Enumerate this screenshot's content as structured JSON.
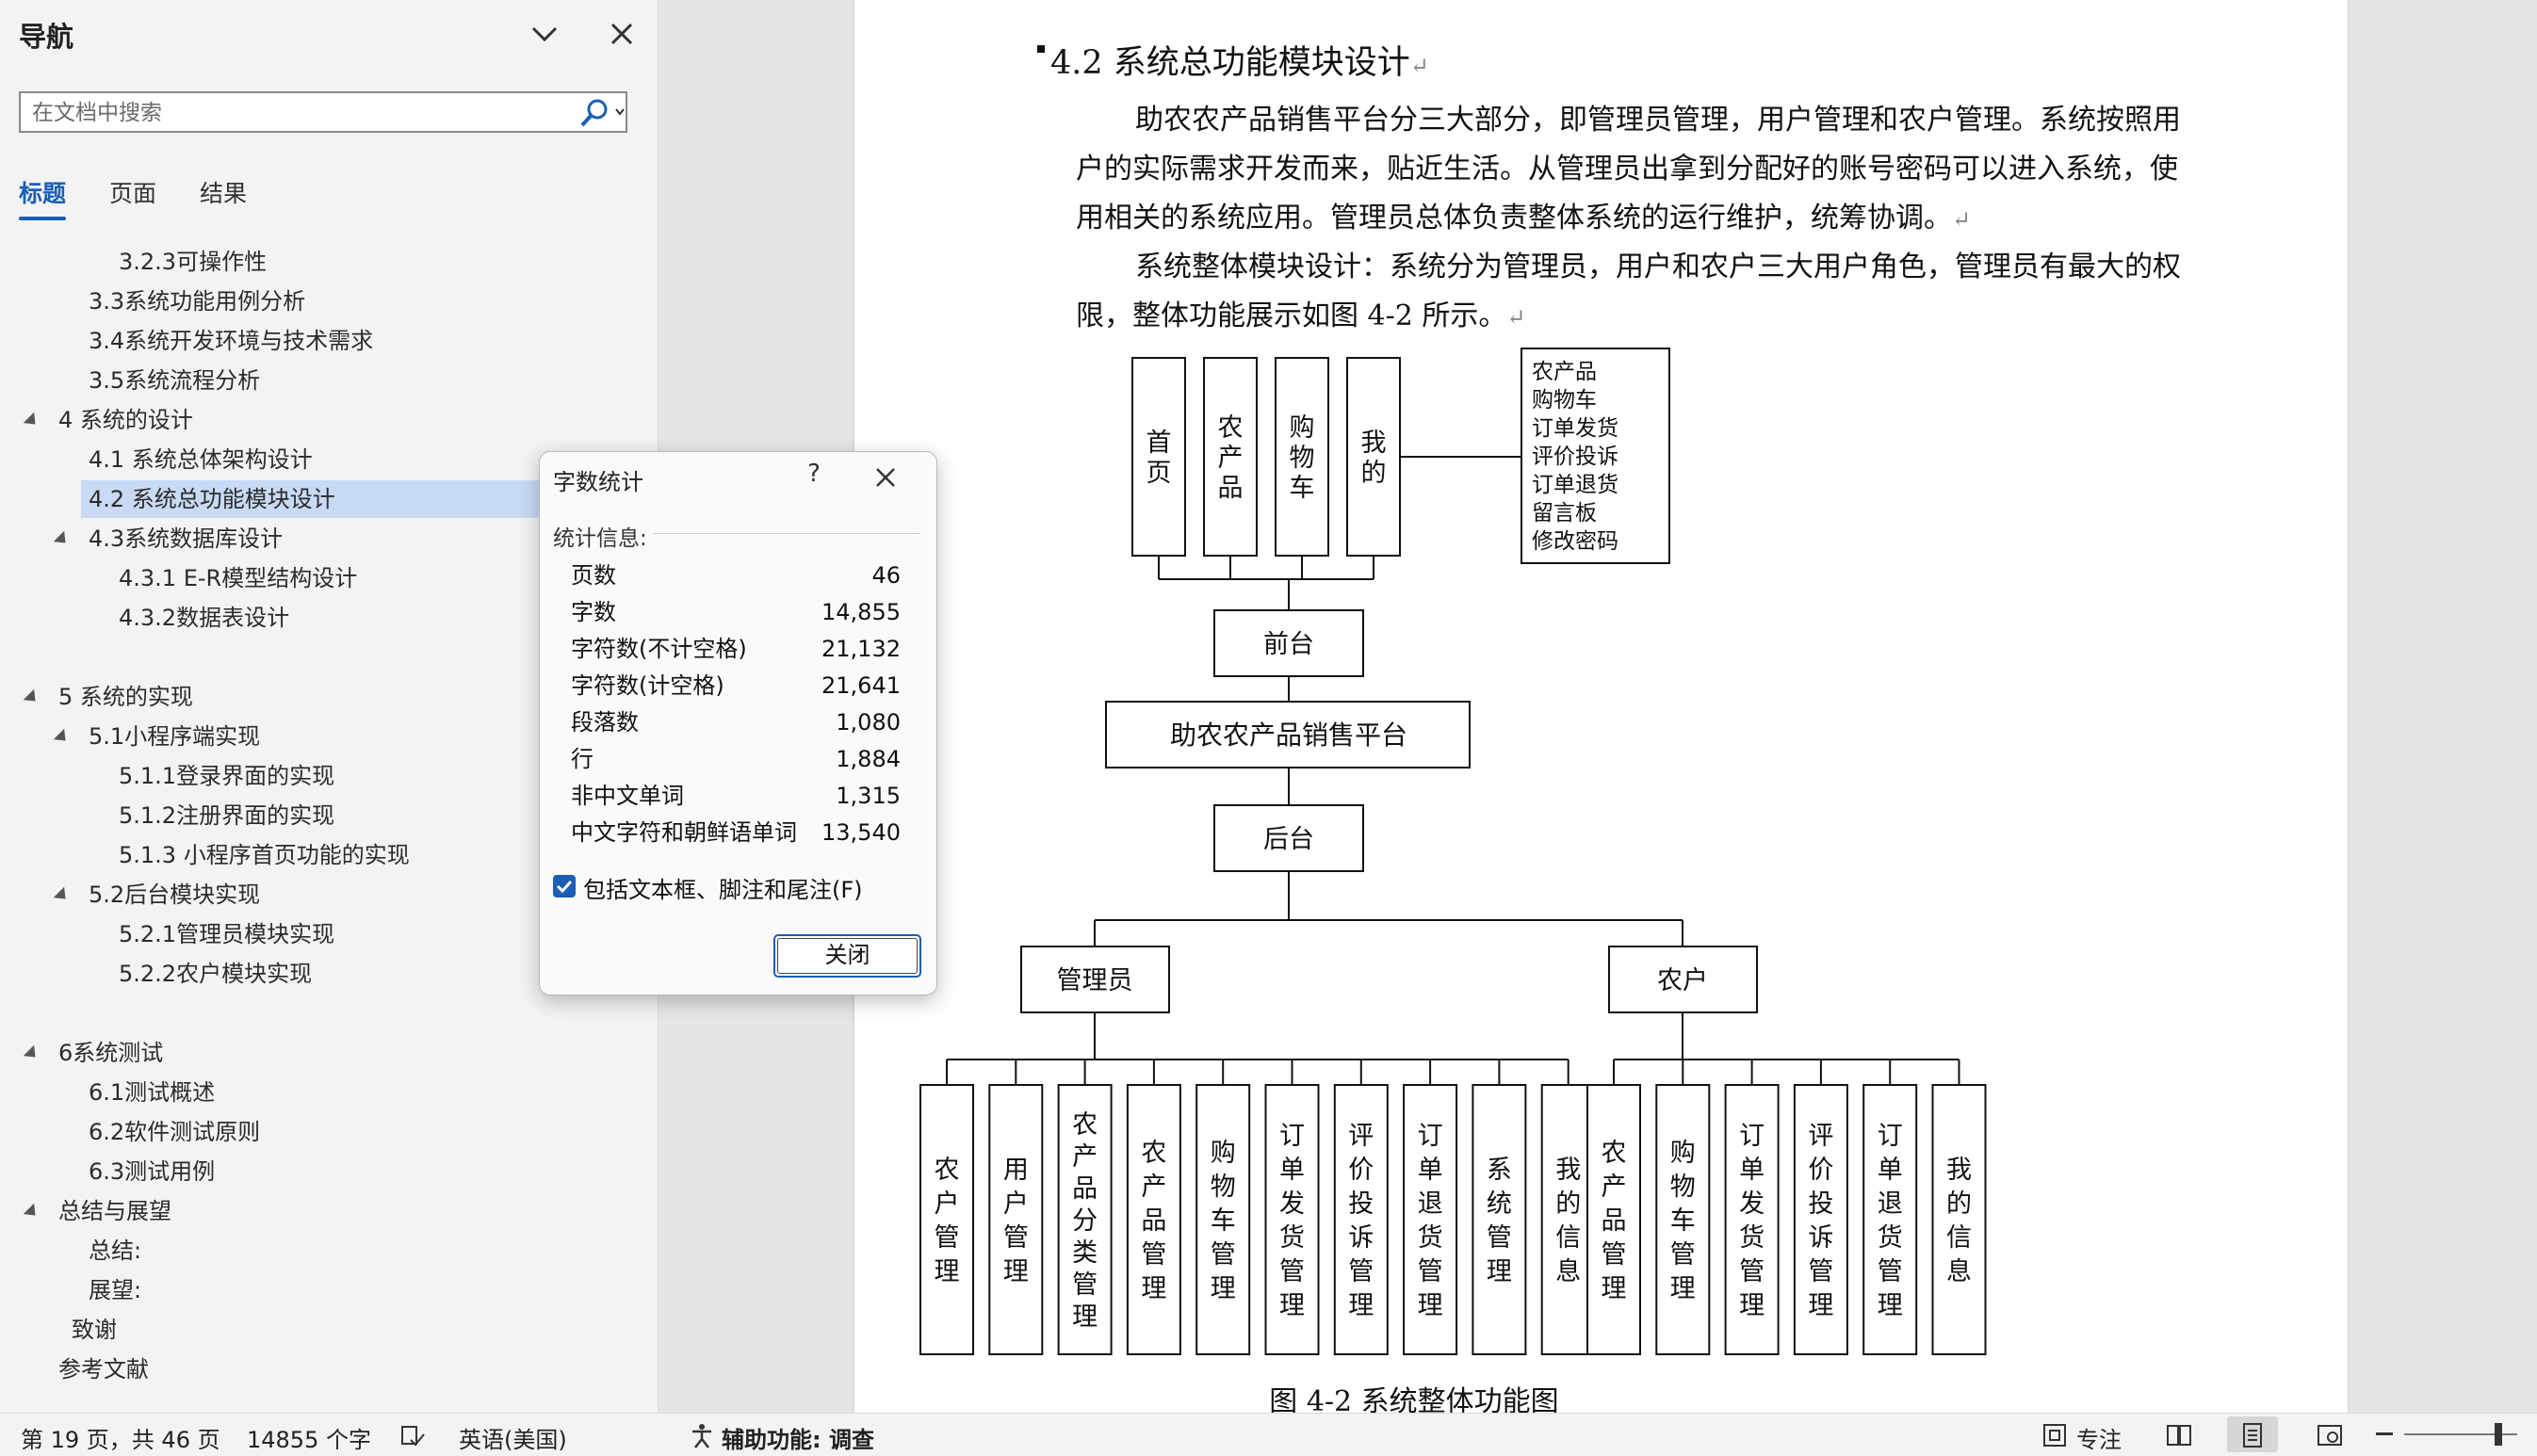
{
  "nav": {
    "title": "导航",
    "search_placeholder": "在文档中搜索",
    "tabs": [
      "标题",
      "页面",
      "结果"
    ],
    "outline": [
      {
        "label": "3.2.3可操作性",
        "level": 3,
        "expander": false,
        "selected": false
      },
      {
        "label": "3.3系统功能用例分析",
        "level": 2,
        "expander": false,
        "selected": false
      },
      {
        "label": "3.4系统开发环境与技术需求",
        "level": 2,
        "expander": false,
        "selected": false
      },
      {
        "label": "3.5系统流程分析",
        "level": 2,
        "expander": false,
        "selected": false
      },
      {
        "label": "4  系统的设计",
        "level": 1,
        "expander": true,
        "selected": false
      },
      {
        "label": "4.1 系统总体架构设计",
        "level": 2,
        "expander": false,
        "selected": false
      },
      {
        "label": "4.2 系统总功能模块设计",
        "level": 2,
        "expander": false,
        "selected": true
      },
      {
        "label": "4.3系统数据库设计",
        "level": 2,
        "expander": true,
        "selected": false
      },
      {
        "label": "4.3.1 E-R模型结构设计",
        "level": 3,
        "expander": false,
        "selected": false
      },
      {
        "label": "4.3.2数据表设计",
        "level": 3,
        "expander": false,
        "selected": false
      },
      {
        "label": "",
        "level": 0,
        "expander": false,
        "selected": false
      },
      {
        "label": "5  系统的实现",
        "level": 1,
        "expander": true,
        "selected": false
      },
      {
        "label": "5.1小程序端实现",
        "level": 2,
        "expander": true,
        "selected": false
      },
      {
        "label": "5.1.1登录界面的实现",
        "level": 3,
        "expander": false,
        "selected": false
      },
      {
        "label": "5.1.2注册界面的实现",
        "level": 3,
        "expander": false,
        "selected": false
      },
      {
        "label": "5.1.3 小程序首页功能的实现",
        "level": 3,
        "expander": false,
        "selected": false
      },
      {
        "label": "5.2后台模块实现",
        "level": 2,
        "expander": true,
        "selected": false
      },
      {
        "label": "5.2.1管理员模块实现",
        "level": 3,
        "expander": false,
        "selected": false
      },
      {
        "label": "5.2.2农户模块实现",
        "level": 3,
        "expander": false,
        "selected": false
      },
      {
        "label": "",
        "level": 0,
        "expander": false,
        "selected": false
      },
      {
        "label": "6系统测试",
        "level": 1,
        "expander": true,
        "selected": false
      },
      {
        "label": "6.1测试概述",
        "level": 2,
        "expander": false,
        "selected": false
      },
      {
        "label": "6.2软件测试原则",
        "level": 2,
        "expander": false,
        "selected": false
      },
      {
        "label": "6.3测试用例",
        "level": 2,
        "expander": false,
        "selected": false
      },
      {
        "label": "总结与展望",
        "level": 1,
        "expander": true,
        "selected": false
      },
      {
        "label": "总结:",
        "level": 2,
        "expander": false,
        "selected": false
      },
      {
        "label": "展望:",
        "level": 2,
        "expander": false,
        "selected": false
      },
      {
        "label": "致谢",
        "level": 1.5,
        "expander": false,
        "selected": false
      },
      {
        "label": "参考文献",
        "level": 1,
        "expander": false,
        "selected": false
      }
    ]
  },
  "document": {
    "heading": "4.2  系统总功能模块设计",
    "paragraphs": [
      "助农农产品销售平台分三大部分，即管理员管理，用户管理和农户管理。系统按照用户的实际需求开发而来，贴近生活。从管理员出拿到分配好的账号密码可以进入系统，使用相关的系统应用。管理员总体负责整体系统的运行维护，统筹协调。",
      "系统整体模块设计：系统分为管理员，用户和农户三大用户角色，管理员有最大的权限，整体功能展示如图 4-2 所示。"
    ],
    "paragraph_mark": "↵",
    "caption_partial": "图 4-2  系统整体功能图"
  },
  "diagram": {
    "top_modules": [
      "首页",
      "农产品",
      "购物车",
      "我的"
    ],
    "mine_details": [
      "农产品",
      "购物车",
      "订单发货",
      "评价投诉",
      "订单退货",
      "留言板",
      "修改密码"
    ],
    "front": "前台",
    "platform": "助农农产品销售平台",
    "back": "后台",
    "roles": [
      "管理员",
      "农户"
    ],
    "admin_modules": [
      "农户管理",
      "用户管理",
      "农产品分类管理",
      "农产品管理",
      "购物车管理",
      "订单发货管理",
      "评价投诉管理",
      "订单退货管理",
      "系统管理",
      "我的信息"
    ],
    "farmer_modules": [
      "农产品管理",
      "购物车管理",
      "订单发货管理",
      "评价投诉管理",
      "订单退货管理",
      "我的信息"
    ]
  },
  "dialog": {
    "title": "字数统计",
    "help": "?",
    "section": "统计信息:",
    "stats": [
      {
        "label": "页数",
        "value": "46"
      },
      {
        "label": "字数",
        "value": "14,855"
      },
      {
        "label": "字符数(不计空格)",
        "value": "21,132"
      },
      {
        "label": "字符数(计空格)",
        "value": "21,641"
      },
      {
        "label": "段落数",
        "value": "1,080"
      },
      {
        "label": "行",
        "value": "1,884"
      },
      {
        "label": "非中文单词",
        "value": "1,315"
      },
      {
        "label": "中文字符和朝鲜语单词",
        "value": "13,540"
      }
    ],
    "include_checkbox_label": "包括文本框、脚注和尾注(F)",
    "include_checked": true,
    "close_button": "关闭"
  },
  "status": {
    "page": "第 19 页，共 46 页",
    "words": "14855 个字",
    "language": "英语(美国)",
    "accessibility": "辅助功能: 调查",
    "focus": "专注"
  },
  "colors": {
    "accent": "#1a5fb4",
    "selected_bg": "#c8daf4",
    "nav_bg": "#f3f3f3"
  }
}
